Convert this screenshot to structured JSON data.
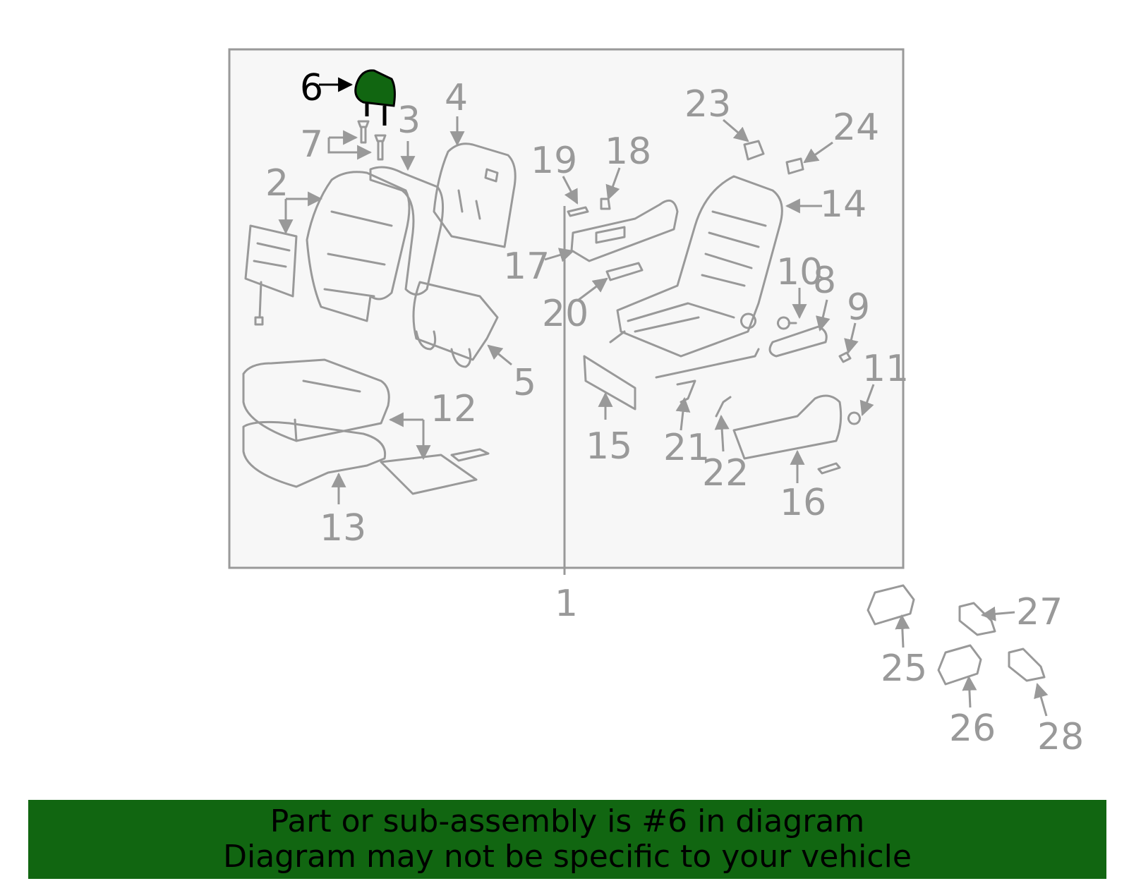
{
  "diagram": {
    "highlight_color": "#116611",
    "frame_fill": "#f7f7f7",
    "line_color": "#999999",
    "callouts": {
      "c1": "1",
      "c2": "2",
      "c3": "3",
      "c4": "4",
      "c5": "5",
      "c6": "6",
      "c7": "7",
      "c8": "8",
      "c9": "9",
      "c10": "10",
      "c11": "11",
      "c12": "12",
      "c13": "13",
      "c14": "14",
      "c15": "15",
      "c16": "16",
      "c17": "17",
      "c18": "18",
      "c19": "19",
      "c20": "20",
      "c21": "21",
      "c22": "22",
      "c23": "23",
      "c24": "24",
      "c25": "25",
      "c26": "26",
      "c27": "27",
      "c28": "28"
    }
  },
  "banner": {
    "line1": "Part or sub-assembly is #6 in diagram",
    "line2": "Diagram may not be specific to your vehicle"
  }
}
